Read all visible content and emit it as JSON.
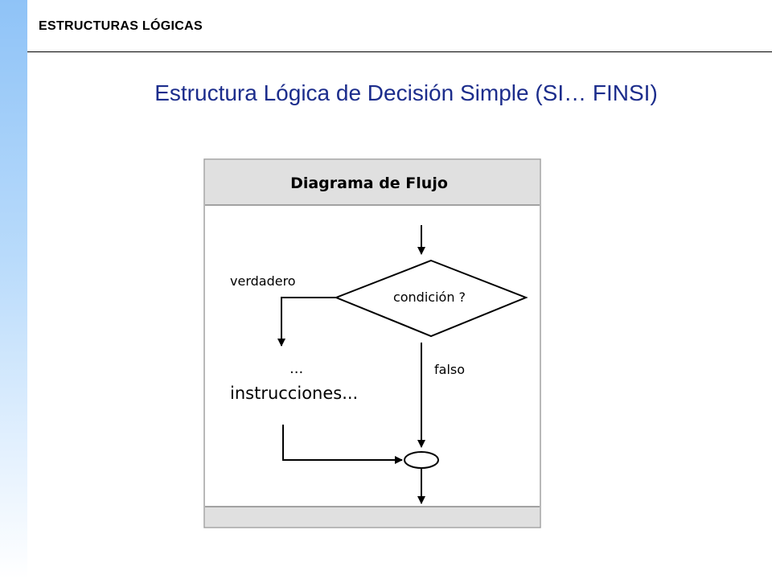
{
  "header": {
    "title": "ESTRUCTURAS LÓGICAS"
  },
  "slide": {
    "title": "Estructura Lógica de Decisión Simple (SI… FINSI)"
  },
  "diagram": {
    "panel_title": "Diagrama de Flujo",
    "decision_label": "condición ?",
    "true_branch_label": "verdadero",
    "false_branch_label": "falso",
    "instructions_ellipsis": "...",
    "instructions_label": "instrucciones..."
  },
  "colors": {
    "accent_bar": "#8fc3f7",
    "title_text": "#1c2d8c",
    "panel_header_bg": "#e0e0e0"
  }
}
